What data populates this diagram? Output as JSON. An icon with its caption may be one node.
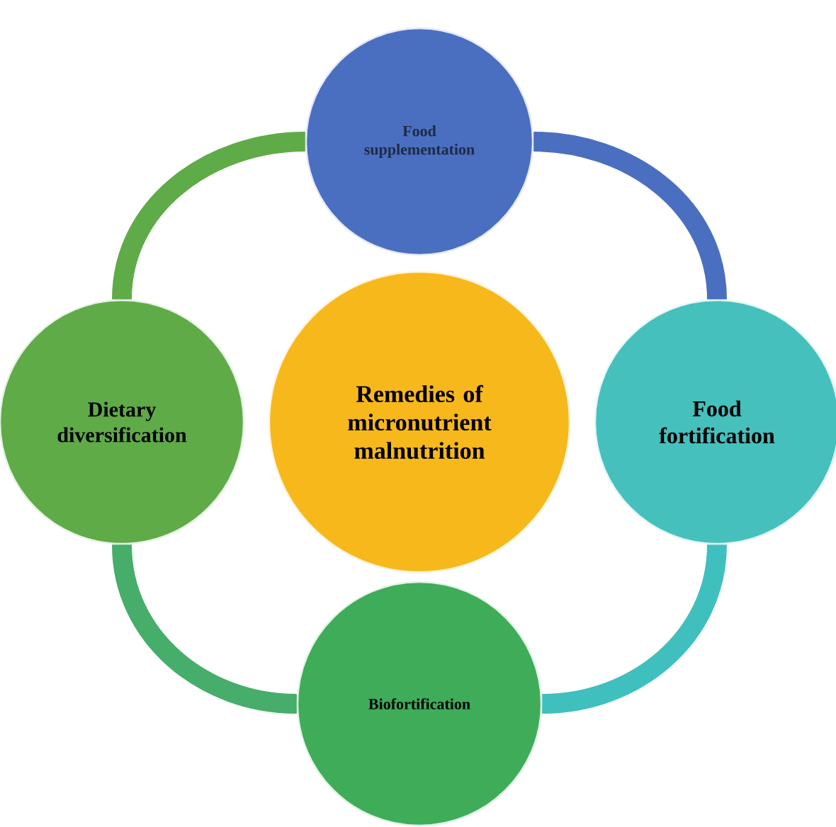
{
  "diagram": {
    "nodes": [
      {
        "text": [
          "Food supplementation"
        ]
      },
      {
        "text": [
          "Dietary diversification"
        ]
      },
      {
        "text": [
          "Remedies of micronutrient malnutrition"
        ]
      },
      {
        "text": [
          "Food fortification"
        ]
      },
      {
        "text": [
          "Biofortification"
        ]
      }
    ],
    "edges": [
      {
        "from": 0,
        "to": 3,
        "arrow": "none",
        "color": "#4a6fc0"
      },
      {
        "from": 3,
        "to": 4,
        "arrow": "none",
        "color": "#40bfbf"
      },
      {
        "from": 4,
        "to": 1,
        "arrow": "none",
        "color": "#46ad6a"
      },
      {
        "from": 1,
        "to": 0,
        "arrow": "none",
        "color": "#5fab48"
      }
    ]
  }
}
